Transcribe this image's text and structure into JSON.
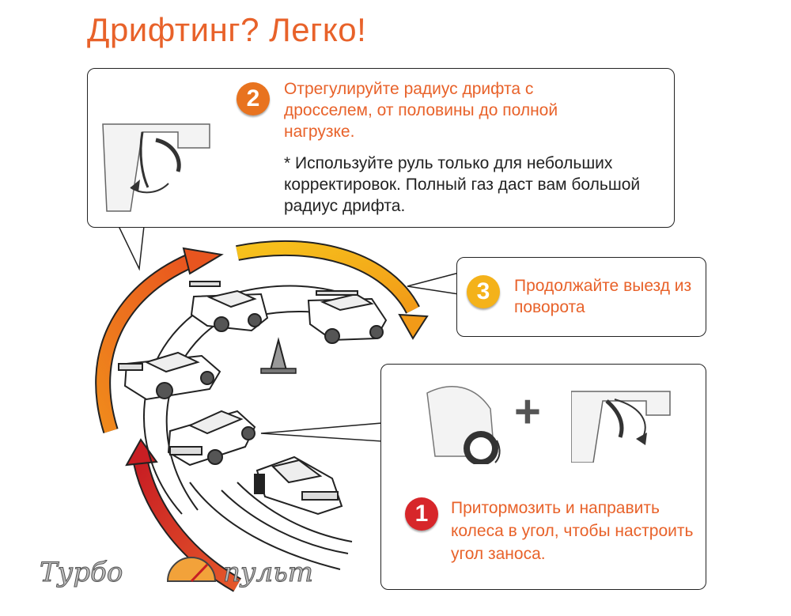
{
  "title": "Дрифтинг? Легко!",
  "step2": {
    "number": "2",
    "text": "Отрегулируйте радиус дрифта с дросселем, от половины до полной нагрузке.",
    "note": "* Используйте руль только для небольших корректировок. Полный газ даст вам большой радиус дрифта."
  },
  "step3": {
    "number": "3",
    "text": "Продолжайте выезд из поворота"
  },
  "step1": {
    "number": "1",
    "text": "Притормозить и направить колеса в угол, чтобы настроить угол заноса."
  },
  "combine_symbol": "+",
  "colors": {
    "accent": "#e8622a",
    "badge2": "#e8731f",
    "badge3": "#f4b21a",
    "badge1": "#d7262a"
  },
  "icons": [
    "throttle-trigger-icon",
    "wheel-turn-icon",
    "traffic-cone-icon",
    "speedometer-logo-icon"
  ]
}
